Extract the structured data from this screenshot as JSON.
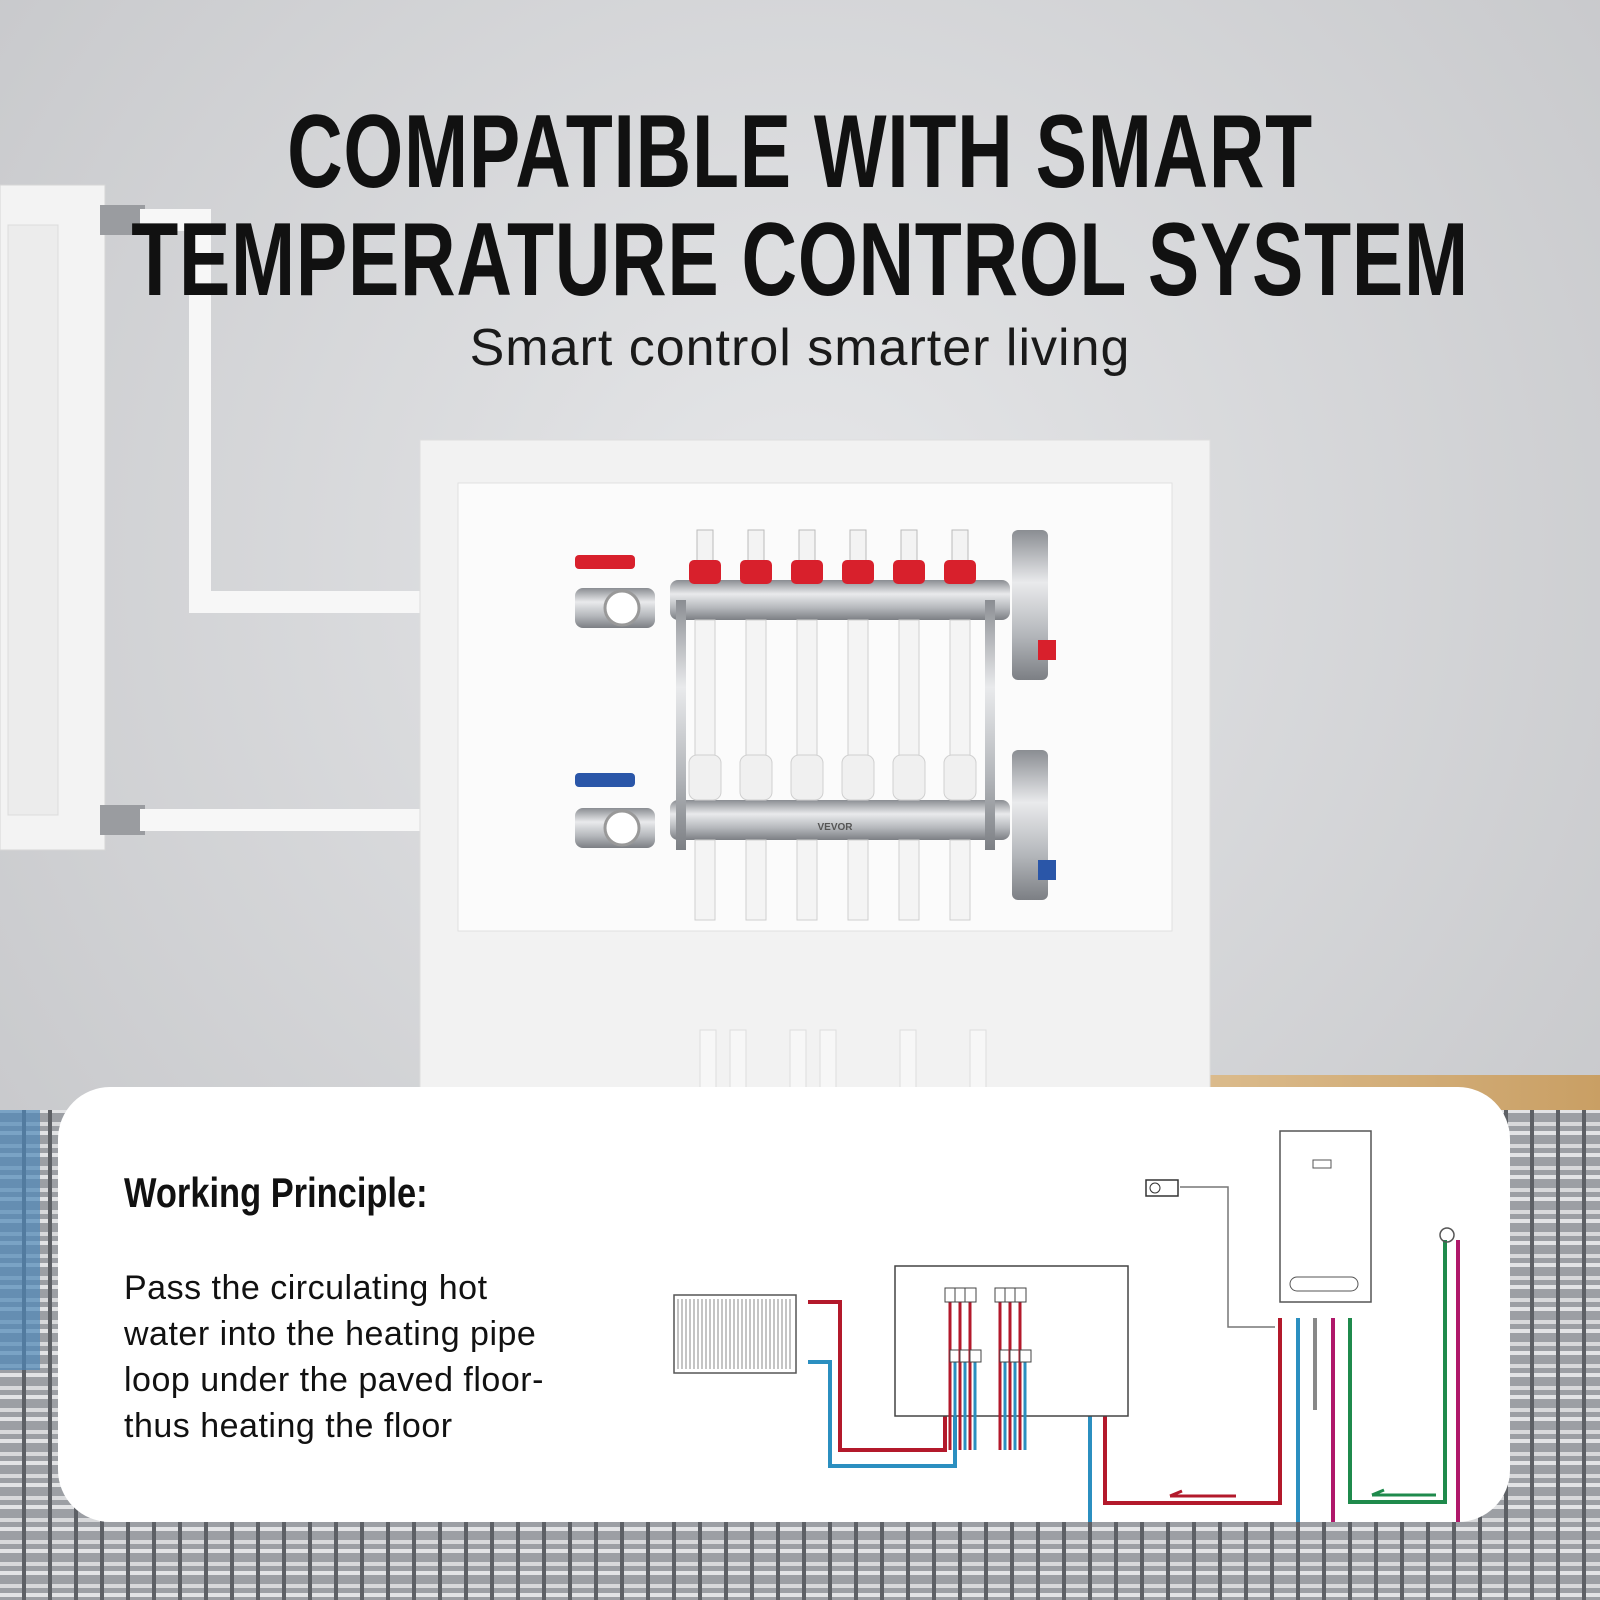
{
  "headline": {
    "line1": "COMPATIBLE WITH SMART",
    "line2": "TEMPERATURE CONTROL SYSTEM",
    "subtitle": "Smart control smarter living"
  },
  "product": {
    "brand_logo": "VEVOR",
    "outlets": 6
  },
  "working_principle": {
    "title": "Working Principle:",
    "body_lines": [
      "Pass the circulating hot",
      "water into the heating pipe",
      "loop under the paved floor-",
      "thus heating the floor"
    ]
  },
  "colors": {
    "hot_pipe": "#b3192b",
    "cold_pipe": "#2b8fc0",
    "green_pipe": "#1f8a4c",
    "magenta_pipe": "#b0186a",
    "valve_red": "#d8202c",
    "valve_blue": "#2a56a8"
  }
}
